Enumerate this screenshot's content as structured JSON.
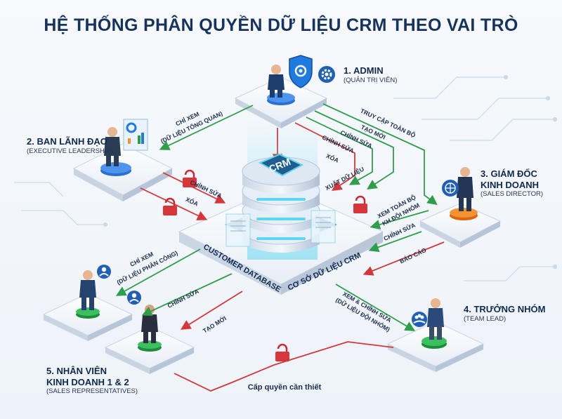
{
  "title": "HỆ THỐNG PHÂN QUYỀN DỮ LIỆU CRM THEO VAI TRÒ",
  "colors": {
    "green": "#2e9e4a",
    "red": "#d6363a",
    "navy": "#16335e",
    "teal": "#18a6c9",
    "blue": "#1f6fd1"
  },
  "roles": {
    "admin": {
      "title": "1. ADMIN",
      "subtitle": "(QUẢN TRỊ VIÊN)",
      "icon": "gear-shield-icon"
    },
    "leadership": {
      "title": "2. BAN LÃNH ĐẠO",
      "subtitle": "(EXECUTIVE LEADERSHIP)",
      "icon": "chart-board-icon"
    },
    "director": {
      "title_line1": "3. GIÁM ĐỐC",
      "title_line2": "KINH DOANH",
      "subtitle": "(SALES DIRECTOR)",
      "icon": "globe-icon"
    },
    "team_lead": {
      "title": "4. TRƯỞNG NHÓM",
      "subtitle": "(TEAM LEAD)",
      "icon": "team-icon"
    },
    "sales": {
      "title_line1": "5. NHÂN VIÊN",
      "title_line2": "KINH DOANH 1 & 2",
      "subtitle": "(SALES REPRESENTATIVES)",
      "icon": "user-icon"
    }
  },
  "database": {
    "crm_label": "CRM",
    "left_caption": "CUSTOMER DATABASE",
    "right_caption": "CƠ SỞ DỮ LIỆU CRM"
  },
  "arrows": {
    "admin_full": "TRUY CẬP TOÀN BỘ",
    "admin_create": "TẠO MỚI",
    "admin_edit": "CHỈNH SỬA",
    "admin_delete": "XÓA",
    "admin_export": "XUẤT DỮ LIỆU",
    "lead_view_1": "CHỈ XEM",
    "lead_view_2": "(DỮ LIỆU TỔNG QUAN)",
    "lead_edit": "CHỈNH SỬA",
    "lead_delete": "XÓA",
    "dir_view_1": "XEM TOÀN BỘ",
    "dir_view_2": "KH ĐỘI NHÓM",
    "dir_edit": "CHỈNH SỬA",
    "dir_report": "BÁO CÁO",
    "tl_view_1": "XEM & CHỈNH SỬA",
    "tl_view_2": "(DỮ LIỆU ĐỘI NHÓM)",
    "sales_view_1": "CHỈ XEM",
    "sales_view_2": "(DỮ LIỆU PHÂN CÔNG)",
    "sales_edit": "CHỈNH SỬA",
    "sales_create": "TẠO MỚI",
    "grant": "Cấp quyền cần thiết"
  }
}
